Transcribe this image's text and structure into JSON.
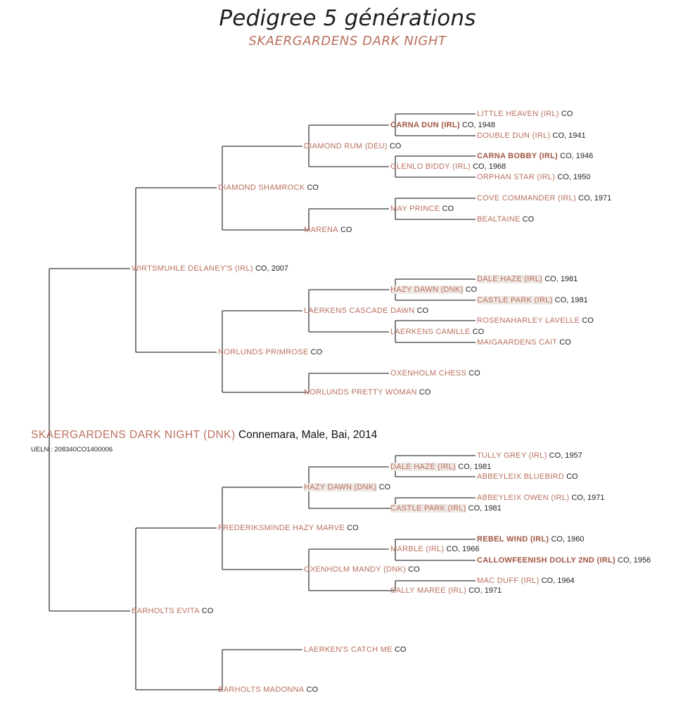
{
  "title": "Pedigree 5 générations",
  "subtitle": "SKAERGARDENS DARK NIGHT",
  "horse": {
    "name": "SKAERGARDENS DARK NIGHT (DNK)",
    "details": "Connemara, Male, Bai, 2014",
    "ueln": "UELN : 208340CO1400006"
  },
  "nodes": [
    {
      "id": "g1s",
      "name": "WIRTSMUHLE DELANEY'S (IRL)",
      "detail": "CO, 2007"
    },
    {
      "id": "g1d",
      "name": "BARHOLTS EVITA",
      "detail": "CO"
    },
    {
      "id": "g2ss",
      "name": "DIAMOND SHAMROCK",
      "detail": "CO"
    },
    {
      "id": "g2sd",
      "name": "NORLUNDS PRIMROSE",
      "detail": "CO"
    },
    {
      "id": "g2ds",
      "name": "FREDERIKSMINDE HAZY MARVE",
      "detail": "CO"
    },
    {
      "id": "g2dd",
      "name": "BARHOLTS MADONNA",
      "detail": "CO"
    },
    {
      "id": "g3a",
      "name": "DIAMOND RUM (DEU)",
      "detail": "CO"
    },
    {
      "id": "g3b",
      "name": "MARENA",
      "detail": "CO"
    },
    {
      "id": "g3c",
      "name": "LAERKENS CASCADE DAWN",
      "detail": "CO"
    },
    {
      "id": "g3d",
      "name": "NORLUNDS PRETTY WOMAN",
      "detail": "CO"
    },
    {
      "id": "g3e",
      "name": "HAZY DAWN (DNK)",
      "detail": "CO",
      "hl": true
    },
    {
      "id": "g3f",
      "name": "OXENHOLM MANDY (DNK)",
      "detail": "CO"
    },
    {
      "id": "g3g",
      "name": "LAERKEN'S CATCH ME",
      "detail": "CO"
    },
    {
      "id": "g4a",
      "name": "CARNA DUN (IRL)",
      "detail": "CO, 1948",
      "bold": true
    },
    {
      "id": "g4b",
      "name": "GLENLO BIDDY (IRL)",
      "detail": "CO, 1968"
    },
    {
      "id": "g4c",
      "name": "MAY PRINCE",
      "detail": "CO"
    },
    {
      "id": "g4d",
      "name": "HAZY DAWN (DNK)",
      "detail": "CO",
      "hl": true
    },
    {
      "id": "g4e",
      "name": "LAERKENS CAMILLE",
      "detail": "CO"
    },
    {
      "id": "g4f",
      "name": "OXENHOLM CHESS",
      "detail": "CO"
    },
    {
      "id": "g4g",
      "name": "DALE HAZE (IRL)",
      "detail": "CO, 1981",
      "hl": true
    },
    {
      "id": "g4h",
      "name": "CASTLE PARK (IRL)",
      "detail": "CO, 1981",
      "hl": true
    },
    {
      "id": "g4i",
      "name": "MARBLE (IRL)",
      "detail": "CO, 1966"
    },
    {
      "id": "g4j",
      "name": "SALLY MAREE (IRL)",
      "detail": "CO, 1971"
    },
    {
      "id": "g5a",
      "name": "LITTLE HEAVEN (IRL)",
      "detail": "CO"
    },
    {
      "id": "g5b",
      "name": "DOUBLE DUN (IRL)",
      "detail": "CO, 1941"
    },
    {
      "id": "g5c",
      "name": "CARNA BOBBY (IRL)",
      "detail": "CO, 1946",
      "bold": true
    },
    {
      "id": "g5d",
      "name": "ORPHAN STAR (IRL)",
      "detail": "CO, 1950"
    },
    {
      "id": "g5e",
      "name": "COVE COMMANDER (IRL)",
      "detail": "CO, 1971"
    },
    {
      "id": "g5f",
      "name": "BEALTAINE",
      "detail": "CO"
    },
    {
      "id": "g5g",
      "name": "DALE HAZE (IRL)",
      "detail": "CO, 1981",
      "hl": true
    },
    {
      "id": "g5h",
      "name": "CASTLE PARK (IRL)",
      "detail": "CO, 1981",
      "hl": true
    },
    {
      "id": "g5i",
      "name": "ROSENAHARLEY LAVELLE",
      "detail": "CO"
    },
    {
      "id": "g5j",
      "name": "MAIGAARDENS CAIT",
      "detail": "CO"
    },
    {
      "id": "g5k",
      "name": "TULLY GREY (IRL)",
      "detail": "CO, 1957"
    },
    {
      "id": "g5l",
      "name": "ABBEYLEIX BLUEBIRD",
      "detail": "CO"
    },
    {
      "id": "g5m",
      "name": "ABBEYLEIX OWEN (IRL)",
      "detail": "CO, 1971"
    },
    {
      "id": "g5n",
      "name": "REBEL WIND (IRL)",
      "detail": "CO, 1960",
      "bold": true
    },
    {
      "id": "g5o",
      "name": "CALLOWFEENISH DOLLY 2ND (IRL)",
      "detail": "CO, 1956",
      "bold": true
    },
    {
      "id": "g5p",
      "name": "MAC DUFF (IRL)",
      "detail": "CO, 1964"
    }
  ]
}
